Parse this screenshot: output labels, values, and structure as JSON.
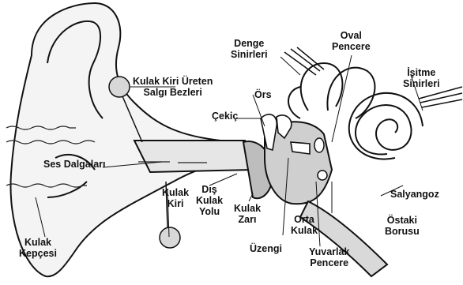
{
  "labels": {
    "denge_sinirleri": [
      "Denge",
      "Sinirleri"
    ],
    "oval_pencere": [
      "Oval",
      "Pencere"
    ],
    "isitme_sinirleri": [
      "İşitme",
      "Sinirleri"
    ],
    "kulak_kiri_ureten": [
      "Kulak Kiri Üreten",
      "Salgı Bezleri"
    ],
    "ors": "Örs",
    "cekic": "Çekiç",
    "ses_dalgalari": "Ses Dalgaları",
    "kulak_kiri": [
      "Kulak",
      "Kiri"
    ],
    "dis_kulak_yolu": [
      "Dış",
      "Kulak",
      "Yolu"
    ],
    "kulak_zari": [
      "Kulak",
      "Zarı"
    ],
    "orta_kulak": [
      "Orta",
      "Kulak"
    ],
    "salyangoz": "Salyangoz",
    "ostaki_borusu": [
      "Östaki",
      "Borusu"
    ],
    "kulak_kepcesi": [
      "Kulak",
      "Kepçesi"
    ],
    "uzengi": "Üzengi",
    "yuvarlak_pencere": [
      "Yuvarlak",
      "Pencere"
    ]
  }
}
